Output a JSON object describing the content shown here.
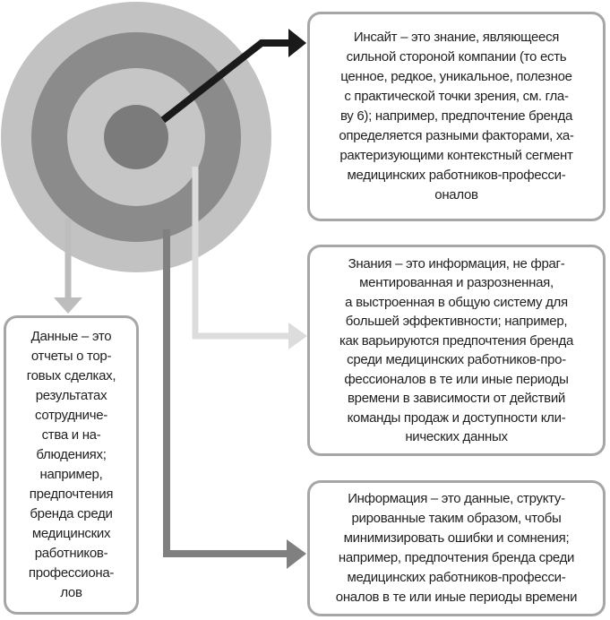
{
  "bullseye": {
    "rings": [
      {
        "name": "outer-ring",
        "color": "#c2c2c2"
      },
      {
        "name": "second-ring",
        "color": "#8b8b8b"
      },
      {
        "name": "third-ring",
        "color": "#c6c6c6"
      },
      {
        "name": "center-dot",
        "color": "#7b7b7b"
      }
    ]
  },
  "arrows": {
    "insight": {
      "color": "#1a1a1a"
    },
    "knowledge": {
      "color": "#dcdcdc"
    },
    "information": {
      "color": "#808080"
    },
    "data": {
      "color": "#bdbdbd"
    }
  },
  "boxes": {
    "insight": {
      "lines": [
        "Инсайт – это знание, являющееся",
        "сильной стороной компании (то есть",
        "ценное, редкое, уникальное, полезное",
        "с практической точки зрения, см. гла-",
        "ву 6); например, предпочтение бренда",
        "определяется разными факторами, ха-",
        "рактеризующими контекстный сегмент",
        "медицинских работников-професси-",
        "оналов"
      ]
    },
    "knowledge": {
      "lines": [
        "Знания – это информация, не фраг-",
        "ментированная и разрозненная,",
        "а выстроенная в общую систему для",
        "большей эффективности; например,",
        "как варьируются предпочтения бренда",
        "среди медицинских работников-про-",
        "фессионалов в те или иные периоды",
        "времени в зависимости от действий",
        "команды продаж и доступности кли-",
        "нических данных"
      ]
    },
    "information": {
      "lines": [
        "Информация – это данные, структу-",
        "рированные таким образом, чтобы",
        "минимизировать ошибки и сомнения;",
        "например, предпочтения бренда среди",
        "медицинских работников-професси-",
        "оналов в те или иные периоды времени"
      ]
    },
    "data": {
      "lines": [
        "Данные – это",
        "отчеты о тор-",
        "говых сделках,",
        "результатах",
        "сотрудниче-",
        "ства и на-",
        "блюдениях;",
        "например,",
        "предпочтения",
        "бренда среди",
        "медицинских",
        "работников-",
        "профессиона-",
        "лов"
      ]
    }
  },
  "colors": {
    "background": "#ffffff",
    "box_border": "#a6a6a6",
    "box_fill": "#ffffff",
    "text": "#1f1f1f"
  }
}
